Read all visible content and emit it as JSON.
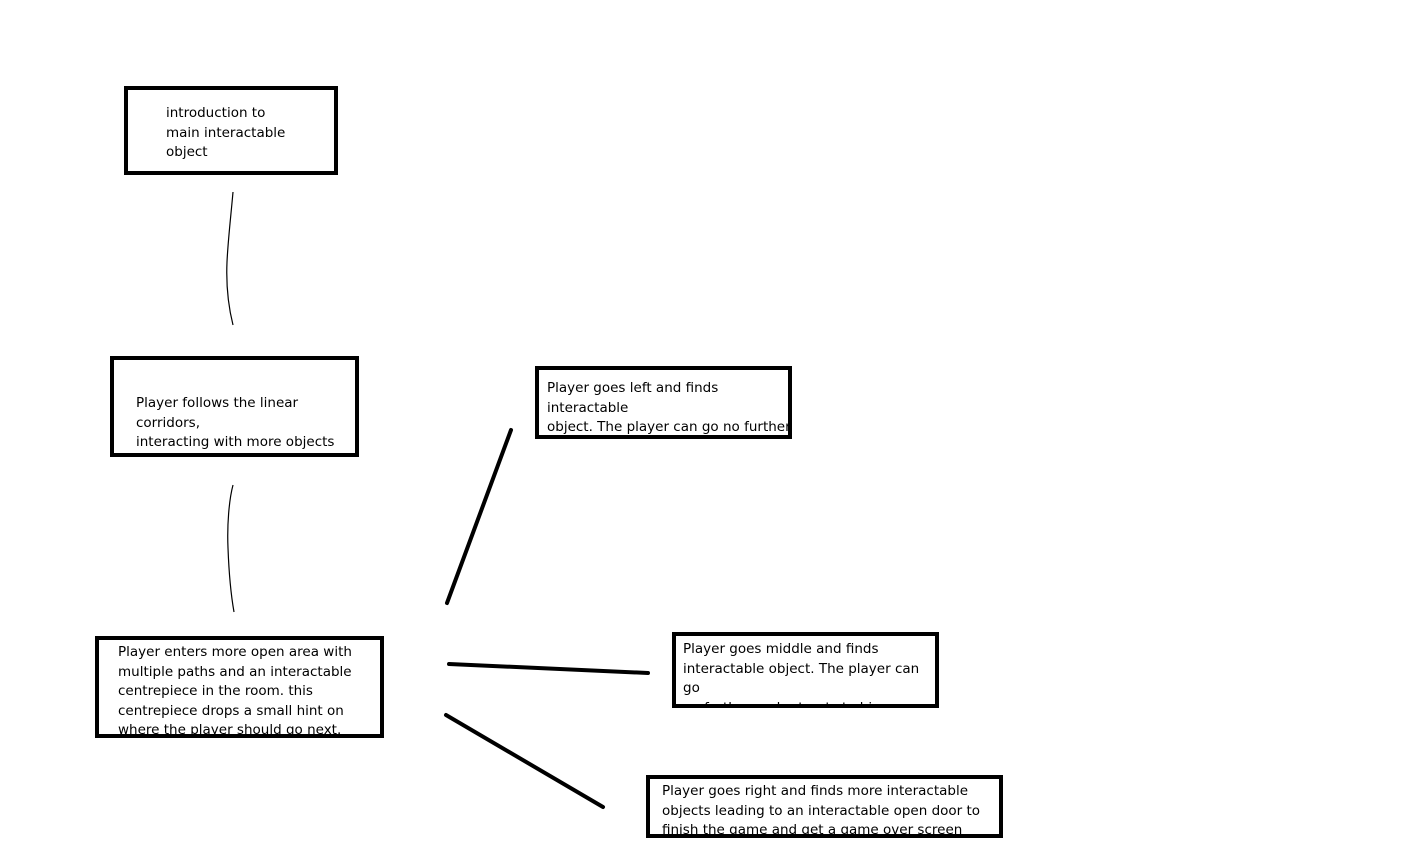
{
  "diagram": {
    "nodes": [
      {
        "id": "intro",
        "text": "introduction to\nmain interactable\nobject"
      },
      {
        "id": "corridors",
        "text": "Player follows the linear corridors,\ninteracting with more objects\nalong the way"
      },
      {
        "id": "open_area",
        "text": "Player enters more open area with\nmultiple paths and an interactable\ncentrepiece in the room. this\ncentrepiece drops a small hint on\nwhere the player should go next."
      },
      {
        "id": "left_path",
        "text": "Player goes left and finds interactable\nobject. The player can go no further\nand retreats to bigger area"
      },
      {
        "id": "middle_path",
        "text": "Player goes middle and finds\ninteractable object. The player can go\nno further and retreats to bigger area"
      },
      {
        "id": "right_path",
        "text": "Player goes right and finds more interactable\nobjects leading to an interactable open door to\nfinish the game and get a game over screen"
      }
    ],
    "edges": [
      {
        "from": "intro",
        "to": "corridors"
      },
      {
        "from": "corridors",
        "to": "open_area"
      },
      {
        "from": "open_area",
        "to": "left_path"
      },
      {
        "from": "open_area",
        "to": "middle_path"
      },
      {
        "from": "open_area",
        "to": "right_path"
      }
    ],
    "colors": {
      "stroke": "#000000",
      "background": "#ffffff",
      "text": "#000000"
    }
  }
}
